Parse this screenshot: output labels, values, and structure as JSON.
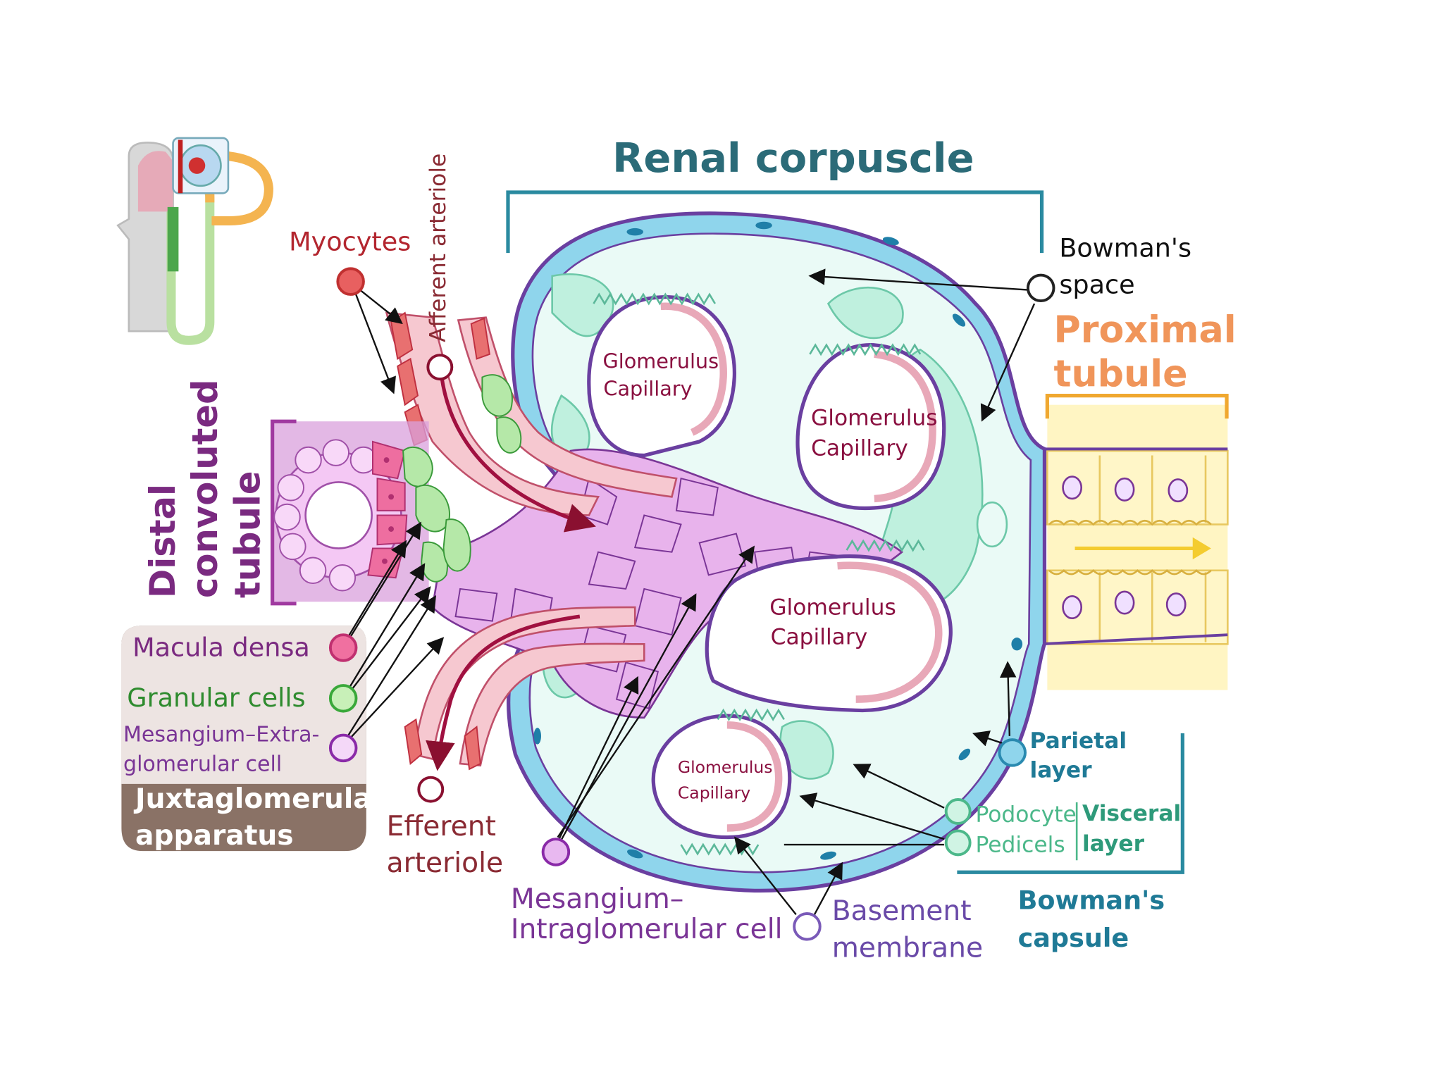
{
  "title": "Renal corpuscle",
  "labels": {
    "myocytes": "Myocytes",
    "afferent_arteriole": "Afferent arteriole",
    "bowmans_space_1": "Bowman's",
    "bowmans_space_2": "space",
    "proximal_tubule_1": "Proximal",
    "proximal_tubule_2": "tubule",
    "distal_1": "Distal",
    "distal_2": "convoluted",
    "distal_3": "tubule",
    "macula_densa": "Macula densa",
    "granular_cells": "Granular cells",
    "mes_extra_1": "Mesangium–Extra-",
    "mes_extra_2": "glomerular cell",
    "jga_1": "Juxtaglomerular",
    "jga_2": "apparatus",
    "efferent_1": "Efferent",
    "efferent_2": "arteriole",
    "mes_intra_1": "Mesangium–",
    "mes_intra_2": "Intraglomerular cell",
    "basement_1": "Basement",
    "basement_2": "membrane",
    "parietal_1": "Parietal",
    "parietal_2": "layer",
    "podocyte": "Podocyte",
    "pedicels": "Pedicels",
    "visceral_1": "Visceral",
    "visceral_2": "layer",
    "bowmans_capsule_1": "Bowman's",
    "bowmans_capsule_2": "capsule"
  },
  "capillaries": [
    {
      "line1": "Glomerulus",
      "line2": "Capillary"
    },
    {
      "line1": "Glomerulus",
      "line2": "Capillary"
    },
    {
      "line1": "Glomerulus",
      "line2": "Capillary"
    },
    {
      "line1": "Glomerulus",
      "line2": "Capillary"
    }
  ],
  "colors": {
    "title": "#2b6b78",
    "red_label": "#b3262f",
    "purple_label": "#7a3596",
    "green_label": "#2e8b2e",
    "teal_label": "#1f7a96",
    "orange_label": "#f0955a",
    "brown_label": "#8a2a33",
    "violet_label": "#6a4aa8",
    "capsule_line": "#6a3fa0",
    "parietal_fill": "#8fd5ec",
    "podocyte_fill": "#bff0de",
    "mesangium_fill": "#e8b3ec",
    "capillary_fill": "#ffffff",
    "jga_box": "#8a7266",
    "jga_top": "#ede4e2",
    "tubule_fill": "#fff3b8",
    "dct_fill": "#d9a0dc"
  }
}
